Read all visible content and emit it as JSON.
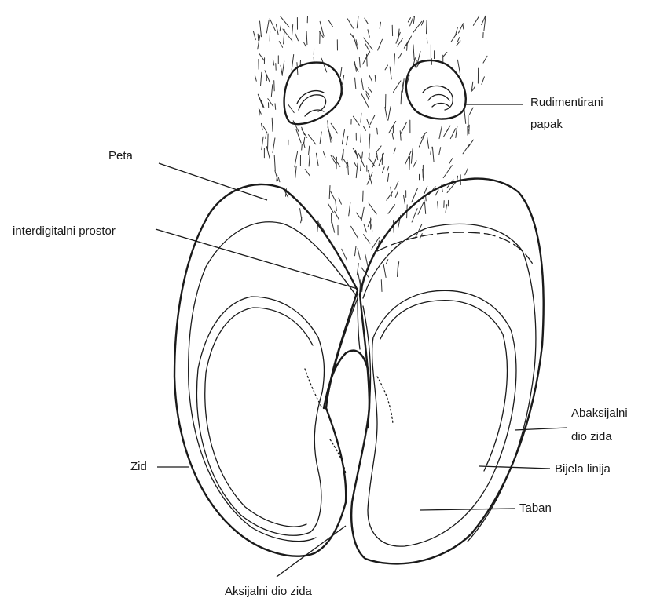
{
  "labels": {
    "rudimentirani_papak_line1": "Rudimentirani",
    "rudimentirani_papak_line2": "papak",
    "peta": "Peta",
    "interdigitalni_prostor": "interdigitalni prostor",
    "abaksijalni_line1": "Abaksijalni",
    "abaksijalni_line2": "dio zida",
    "bijela_linija": "Bijela linija",
    "zid": "Zid",
    "taban": "Taban",
    "aksijalni_dio_zida": "Aksijalni dio zida"
  }
}
